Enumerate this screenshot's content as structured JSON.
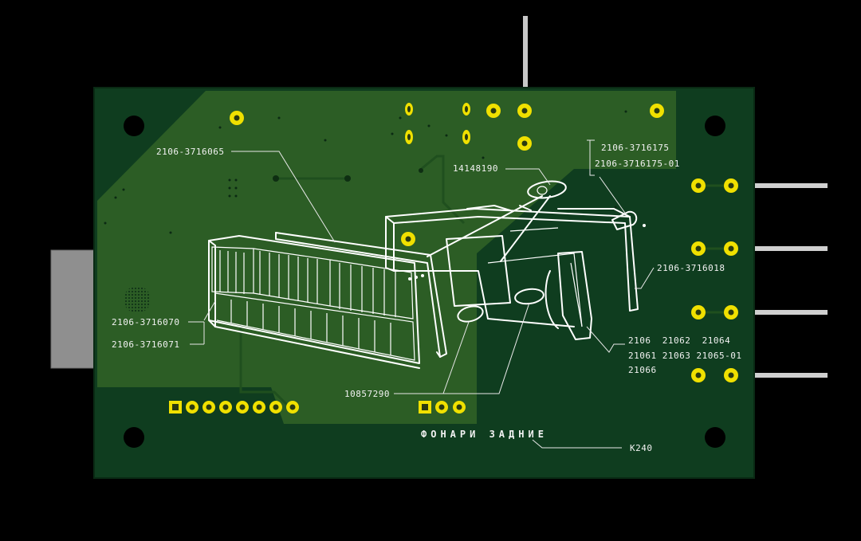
{
  "title": "ФОНАРИ ЗАДНИЕ",
  "code": "К240",
  "labels": {
    "tl_housing": "2106-3716065",
    "socket": "14148190",
    "lamp_a": "2106-3716175",
    "lamp_b": "2106-3716175-01",
    "holder": "2106-3716018",
    "lens_a": "2106-3716070",
    "lens_b": "2106-3716071",
    "variants_row1": "2106  21062  21064",
    "variants_row2": "21061 21063 21065-01",
    "variants_row3": "21066",
    "bulb": "10857290"
  },
  "colors": {
    "background": "#000000",
    "board": "#0f3d1f",
    "board_light": "#2c5d25",
    "board_mid": "#1a4a22",
    "pad": "#f0e000",
    "silkscreen": "#ffffff"
  }
}
